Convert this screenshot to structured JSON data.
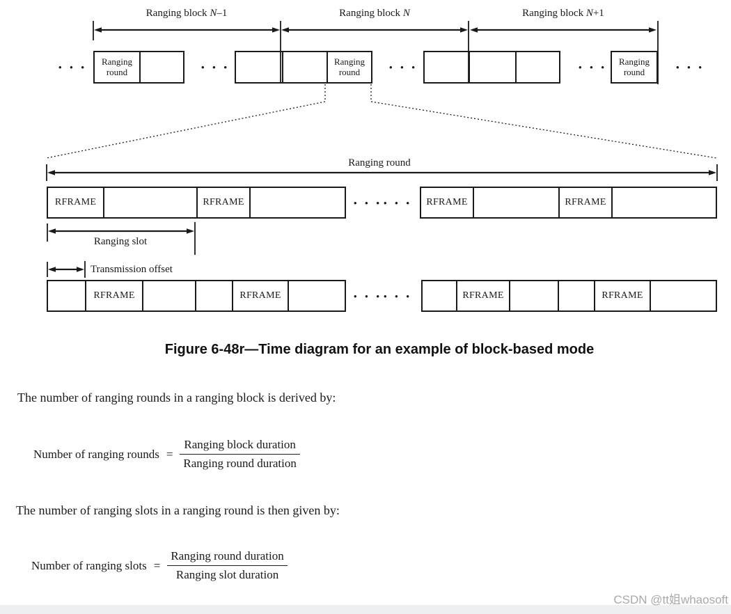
{
  "figure": {
    "caption": "Figure 6-48r—Time diagram for an example of block-based mode",
    "top_row": {
      "block_labels": [
        {
          "prefix": "Ranging block ",
          "var": "N",
          "suffix": "–1"
        },
        {
          "prefix": "Ranging block ",
          "var": "N",
          "suffix": ""
        },
        {
          "prefix": "Ranging block ",
          "var": "N",
          "suffix": "+1"
        }
      ],
      "round_cell_label": "Ranging round",
      "ellipsis": "• • •"
    },
    "expanded": {
      "round_arrow_label": "Ranging round",
      "rframe_label": "RFRAME",
      "slot_label": "Ranging slot",
      "offset_label": "Transmission offset",
      "ellipsis": "• • •"
    }
  },
  "body": {
    "p1": "The number of ranging rounds in a ranging block is derived by:",
    "p2": "The number of ranging slots in a ranging round is then given by:",
    "formula1": {
      "lhs": "Number of ranging rounds",
      "eq": "=",
      "numerator": "Ranging block duration",
      "denominator": "Ranging round duration"
    },
    "formula2": {
      "lhs": "Number of ranging slots",
      "eq": "=",
      "numerator": "Ranging round duration",
      "denominator": "Ranging slot duration"
    }
  },
  "watermark": "CSDN @tt姐whaosoft",
  "colors": {
    "ink": "#1a1a1a",
    "watermark_gray": "#a9a9a9",
    "footer_bar": "#edeff1"
  }
}
